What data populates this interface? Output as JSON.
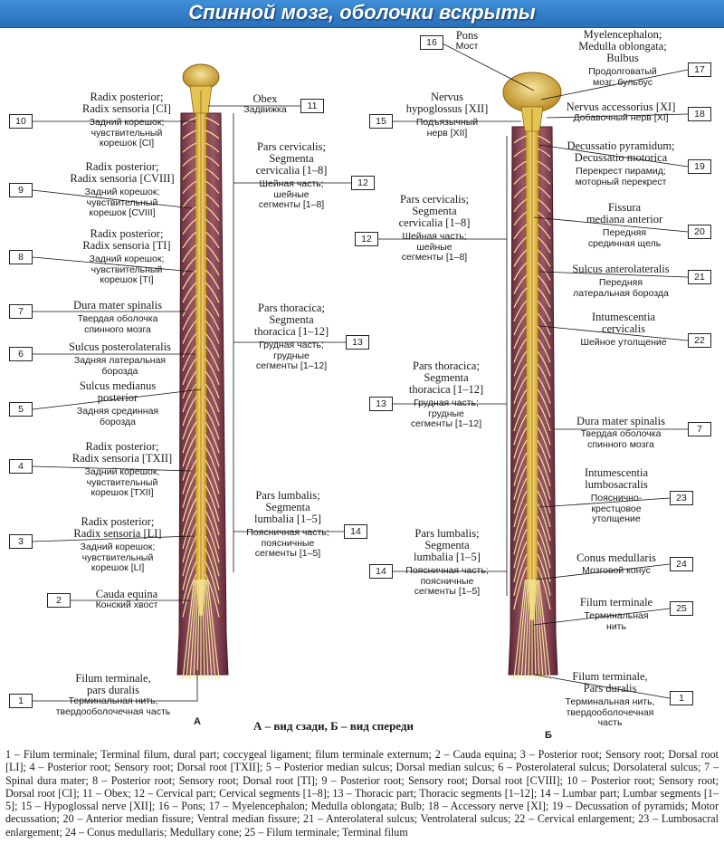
{
  "title": "Спинной мозг, оболочки вскрыты",
  "view_a_letter": "А",
  "view_b_letter": "Б",
  "caption": "А – вид сзади, Б – вид спереди",
  "labels_left_a": [
    {
      "num": "10",
      "latin": [
        "Radix posterior;",
        "Radix sensoria [CI]"
      ],
      "ru": [
        "Задний корешок;",
        "чувствительный",
        "корешок [CI]"
      ]
    },
    {
      "num": "9",
      "latin": [
        "Radix posterior;",
        "Radix sensoria [CVIII]"
      ],
      "ru": [
        "Задний корешок;",
        "чувствительный",
        "корешок [CVIII]"
      ]
    },
    {
      "num": "8",
      "latin": [
        "Radix posterior;",
        "Radix sensoria [TI]"
      ],
      "ru": [
        "Задний корешок;",
        "чувствительный",
        "корешок [TI]"
      ]
    },
    {
      "num": "7",
      "latin": [
        "Dura mater spinalis"
      ],
      "ru": [
        "Твердая оболочка",
        "спинного мозга"
      ]
    },
    {
      "num": "6",
      "latin": [
        "Sulcus posterolateralis"
      ],
      "ru": [
        "Задняя латеральная",
        "борозда"
      ]
    },
    {
      "num": "5",
      "latin": [
        "Sulcus medianus",
        "posterior"
      ],
      "ru": [
        "Задняя срединная",
        "борозда"
      ]
    },
    {
      "num": "4",
      "latin": [
        "Radix posterior;",
        "Radix sensoria [TXII]"
      ],
      "ru": [
        "Задний корешок;",
        "чувствительный",
        "корешок [TXII]"
      ]
    },
    {
      "num": "3",
      "latin": [
        "Radix posterior;",
        "Radix sensoria [LI]"
      ],
      "ru": [
        "Задний корешок;",
        "чувствительный",
        "корешок [LI]"
      ]
    },
    {
      "num": "2",
      "latin": [
        "Cauda equina"
      ],
      "ru": [
        "Конский хвост"
      ]
    },
    {
      "num": "1",
      "latin": [
        "Filum terminale,",
        "pars duralis"
      ],
      "ru": [
        "Терминальная нить,",
        "твердооболочечная часть"
      ]
    }
  ],
  "labels_mid_a": [
    {
      "num": "11",
      "latin": [
        "Obex"
      ],
      "ru": [
        "Задвижка"
      ]
    },
    {
      "num": "12",
      "latin": [
        "Pars cervicalis;",
        "Segmenta",
        "cervicalia [1–8]"
      ],
      "ru": [
        "Шейная часть;",
        "шейные",
        "сегменты [1–8]"
      ]
    },
    {
      "num": "13",
      "latin": [
        "Pars thoracica;",
        "Segmenta",
        "thoracica [1–12]"
      ],
      "ru": [
        "Грудная часть;",
        "грудные",
        "сегменты [1–12]"
      ]
    },
    {
      "num": "14",
      "latin": [
        "Pars lumbalis;",
        "Segmenta",
        "lumbalia [1–5]"
      ],
      "ru": [
        "Поясничная часть;",
        "поясничные",
        "сегменты [1–5]"
      ]
    }
  ],
  "labels_mid_b": [
    {
      "num": "16",
      "latin": [
        "Pons"
      ],
      "ru": [
        "Мост"
      ]
    },
    {
      "num": "15",
      "latin": [
        "Nervus",
        "hypoglossus [XII]"
      ],
      "ru": [
        "Подъязычный",
        "нерв [XII]"
      ]
    },
    {
      "num": "12",
      "latin": [
        "Pars cervicalis;",
        "Segmenta",
        "cervicalia [1–8]"
      ],
      "ru": [
        "Шейная часть;",
        "шейные",
        "сегменты [1–8]"
      ]
    },
    {
      "num": "13",
      "latin": [
        "Pars thoracica;",
        "Segmenta",
        "thoracica [1–12]"
      ],
      "ru": [
        "Грудная часть;",
        "грудные",
        "сегменты [1–12]"
      ]
    },
    {
      "num": "14",
      "latin": [
        "Pars lumbalis;",
        "Segmenta",
        "lumbalia [1–5]"
      ],
      "ru": [
        "Поясничная часть;",
        "поясничные",
        "сегменты [1–5]"
      ]
    }
  ],
  "labels_right_b": [
    {
      "num": "17",
      "latin": [
        "Myelencephalon;",
        "Medulla oblongata;",
        "Bulbus"
      ],
      "ru": [
        "Продолговатый",
        "мозг; бульбус"
      ]
    },
    {
      "num": "18",
      "latin": [
        "Nervus accessorius [XI]"
      ],
      "ru": [
        "Добавочный нерв [XI]"
      ]
    },
    {
      "num": "19",
      "latin": [
        "Decussatio pyramidum;",
        "Decussatio motorica"
      ],
      "ru": [
        "Перекрест пирамид;",
        "моторный перекрест"
      ]
    },
    {
      "num": "20",
      "latin": [
        "Fissura",
        "mediana anterior"
      ],
      "ru": [
        "Передняя",
        "срединная щель"
      ]
    },
    {
      "num": "21",
      "latin": [
        "Sulcus anterolateralis"
      ],
      "ru": [
        "Передняя",
        "латеральная борозда"
      ]
    },
    {
      "num": "22",
      "latin": [
        "Intumescentia",
        "cervicalis"
      ],
      "ru": [
        "Шейное утолщение"
      ]
    },
    {
      "num": "7",
      "latin": [
        "Dura mater spinalis"
      ],
      "ru": [
        "Твердая оболочка",
        "спинного мозга"
      ]
    },
    {
      "num": "23",
      "latin": [
        "Intumescentia",
        "lumbosacralis"
      ],
      "ru": [
        "Пояснично-",
        "крестцовое",
        "утолщение"
      ]
    },
    {
      "num": "24",
      "latin": [
        "Conus medullaris"
      ],
      "ru": [
        "Мозговой конус"
      ]
    },
    {
      "num": "25",
      "latin": [
        "Filum terminale"
      ],
      "ru": [
        "Терминальная",
        "нить"
      ]
    },
    {
      "num": "1",
      "latin": [
        "Filum terminale,",
        "Pars duralis"
      ],
      "ru": [
        "Терминальная нить,",
        "твердооболочечная",
        "часть"
      ]
    }
  ],
  "legend": "1 – Filum terminale; Terminal filum, dural part; coccygeal ligament; filum terminale externum; 2 – Cauda equina; 3 – Posterior root; Sensory root; Dorsal root [LI]; 4 – Posterior root; Sensory root; Dorsal root [TXII]; 5 – Posterior median sulcus; Dorsal median sulcus; 6 – Posterolateral sulcus; Dorsolateral sulcus; 7 – Spinal dura mater; 8 – Posterior root; Sensory root; Dorsal root [TI]; 9 – Posterior root; Sensory root; Dorsal root [CVIII]; 10 – Posterior root; Sensory root; Dorsal root [CI]; 11 – Obex; 12 – Cervical part; Cervical segments [1–8]; 13 – Thoracic part; Thoracic segments [1–12]; 14 – Lumbar part; Lumbar segments [1–5]; 15 – Hypoglossal nerve [XII]; 16 – Pons; 17 – Myelencephalon; Medulla oblongata; Bulb; 18 – Accessory nerve [XI]; 19 – Decussation of pyramids; Motor decussation; 20 – Anterior median fissure; Ventral median fissure; 21 – Anterolateral sulcus; Ventrolateral sulcus; 22 – Cervical enlargement; 23 – Lumbosacral enlargement; 24 – Conus medullaris; Medullary cone; 25 – Filum terminale; Terminal filum",
  "colors": {
    "header": "#2f7ecb",
    "dura": "#7d3e4e",
    "cord": "#e3c04a",
    "nerve": "#f3e39a"
  }
}
